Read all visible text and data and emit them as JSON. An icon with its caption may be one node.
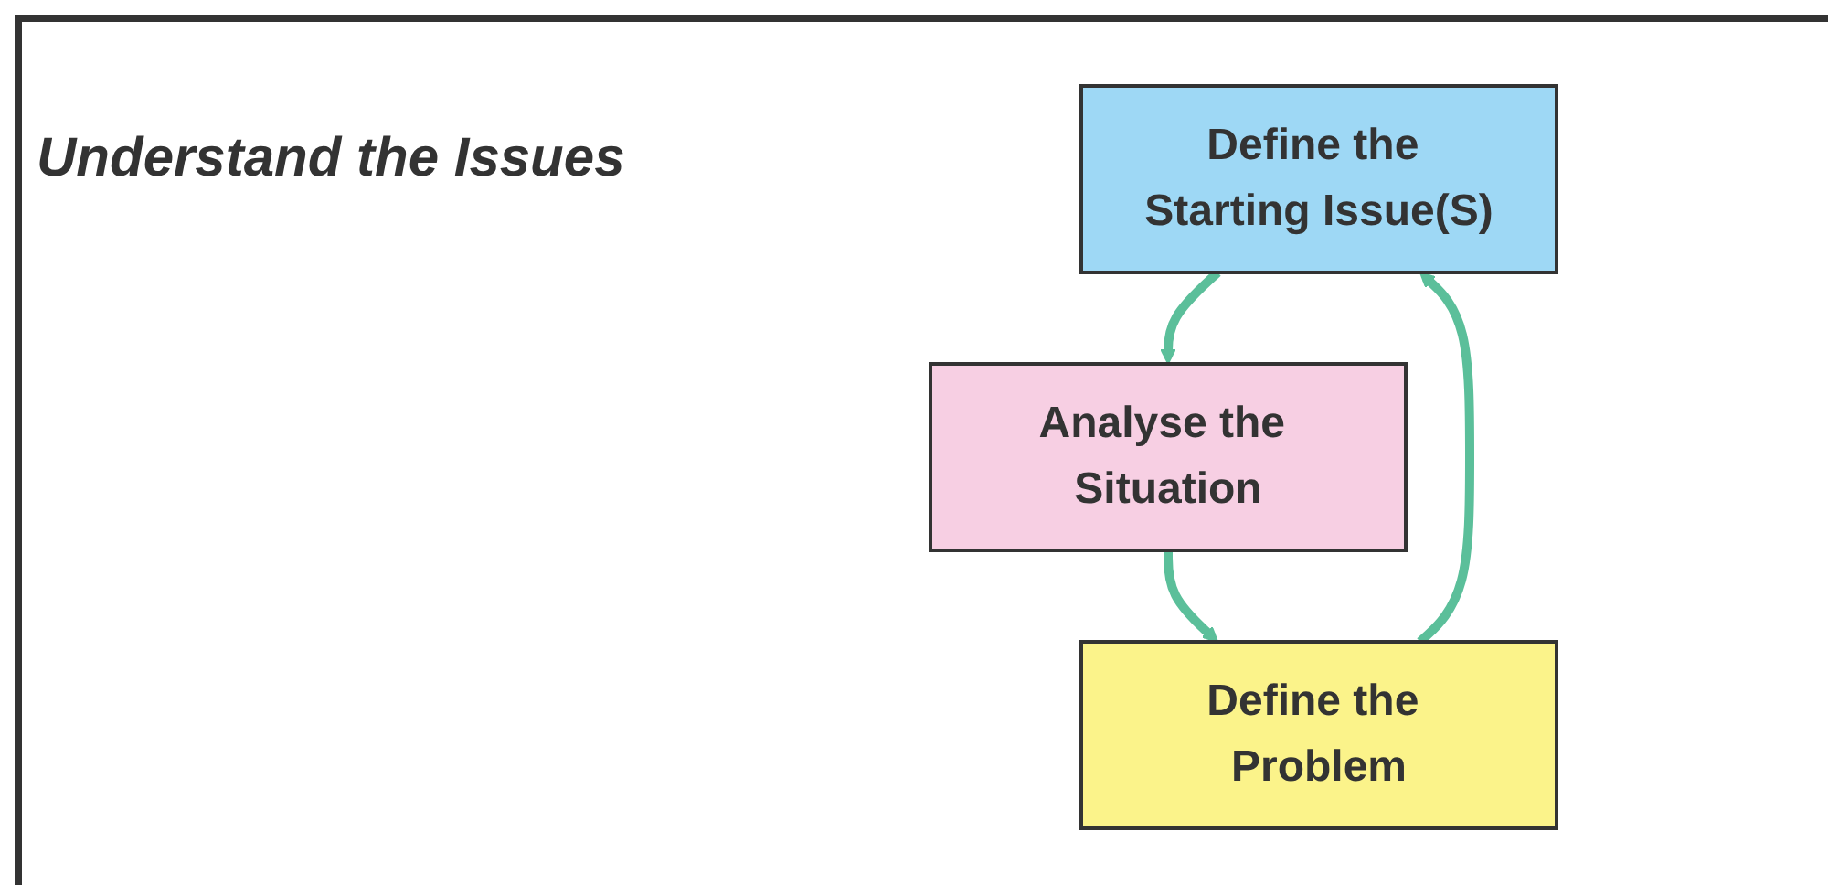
{
  "diagram": {
    "nodes": [
      {
        "text": [
          "Define the Starting Issue(S)"
        ]
      },
      {
        "text": [
          "Analyse the Situation"
        ]
      },
      {
        "text": [
          "Define the Problem"
        ]
      }
    ],
    "edges": [
      {
        "from": 0,
        "to": 1,
        "arrow": "to"
      },
      {
        "from": 1,
        "to": 2,
        "arrow": "to"
      },
      {
        "from": 2,
        "to": 0,
        "arrow": "to"
      }
    ],
    "labels": [
      "Understand the Issues"
    ]
  }
}
